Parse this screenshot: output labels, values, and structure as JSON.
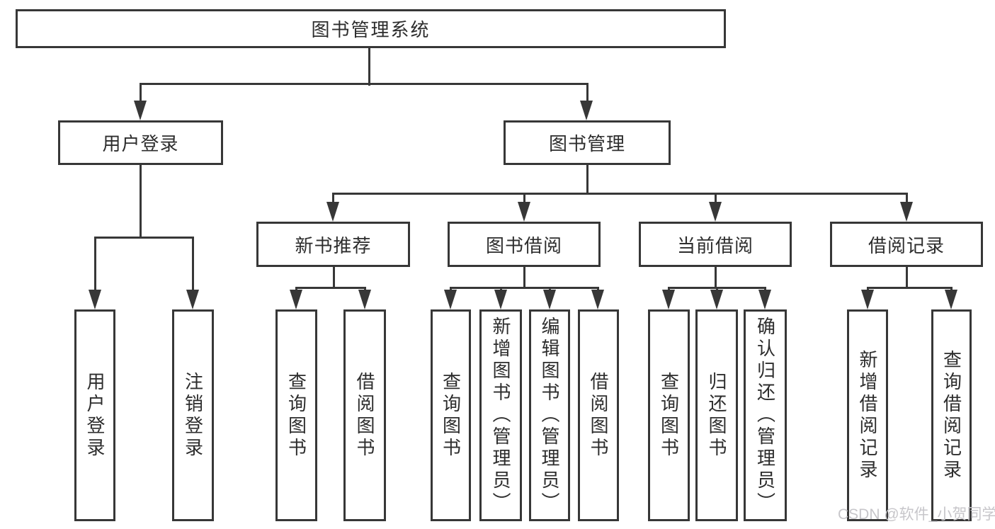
{
  "root": {
    "label": "图书管理系统"
  },
  "branches": {
    "user_login": {
      "label": "用户登录",
      "children": [
        {
          "label": "用户登录"
        },
        {
          "label": "注销登录"
        }
      ]
    },
    "book_mgmt": {
      "label": "图书管理",
      "groups": [
        {
          "label": "新书推荐",
          "children": [
            {
              "label": "查询图书"
            },
            {
              "label": "借阅图书"
            }
          ]
        },
        {
          "label": "图书借阅",
          "children": [
            {
              "label": "查询图书"
            },
            {
              "label": "新增图书（管理员）"
            },
            {
              "label": "编辑图书（管理员）"
            },
            {
              "label": "借阅图书"
            }
          ]
        },
        {
          "label": "当前借阅",
          "children": [
            {
              "label": "查询图书"
            },
            {
              "label": "归还图书"
            },
            {
              "label": "确认归还（管理员）"
            }
          ]
        },
        {
          "label": "借阅记录",
          "children": [
            {
              "label": "新增借阅记录"
            },
            {
              "label": "查询借阅记录"
            }
          ]
        }
      ]
    }
  },
  "watermark": {
    "text": "CSDN @软件_小贺同学"
  },
  "colors": {
    "line": "#373737",
    "text": "#2d2d2d",
    "watermark": "#c7c6ca",
    "background": "#ffffff"
  }
}
